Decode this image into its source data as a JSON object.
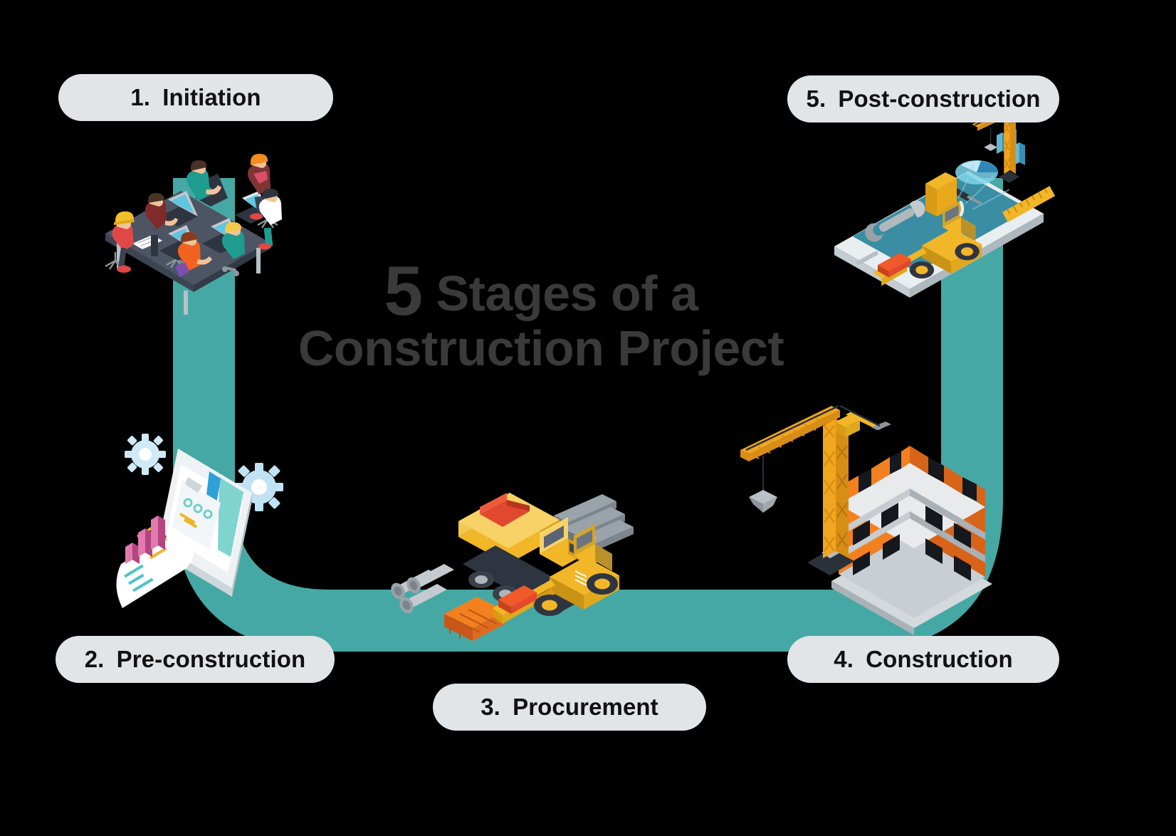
{
  "background_color": "#000000",
  "title": {
    "lead_number": "5",
    "line1_rest": " Stages of a",
    "line2": "Construction Project",
    "color": "#3a3a3a"
  },
  "path": {
    "color": "#45a8a4",
    "shape": "u-shaped-flow-band"
  },
  "pill_style": {
    "background": "#e1e5e8",
    "text_color": "#111111"
  },
  "stages": [
    {
      "id": "initiation",
      "number": "1.",
      "label": "Initiation",
      "illustration": "team-meeting-table-with-laptops"
    },
    {
      "id": "pre-construction",
      "number": "2.",
      "label": "Pre-construction",
      "illustration": "tablet-with-reports-charts-and-gears"
    },
    {
      "id": "procurement",
      "number": "3.",
      "label": "Procurement",
      "illustration": "dump-truck-loader-bricks-pipes-beams"
    },
    {
      "id": "construction",
      "number": "4.",
      "label": "Construction",
      "illustration": "tower-crane-and-building-under-construction"
    },
    {
      "id": "post-construction",
      "number": "5.",
      "label": "Post-construction",
      "illustration": "smartphone-with-tools-crane-and-charts"
    }
  ],
  "palette": {
    "teal": "#45a8a4",
    "teal_dark": "#3b8f8d",
    "orange": "#f3801f",
    "orange_dark": "#d8641a",
    "yellow": "#f2b629",
    "yellow_dark": "#d99b15",
    "grey_light": "#d9dde0",
    "grey_mid": "#a8b0b6",
    "slate": "#4a5568",
    "white": "#ffffff",
    "magenta": "#c43b7c",
    "blue": "#3aa0dc"
  }
}
